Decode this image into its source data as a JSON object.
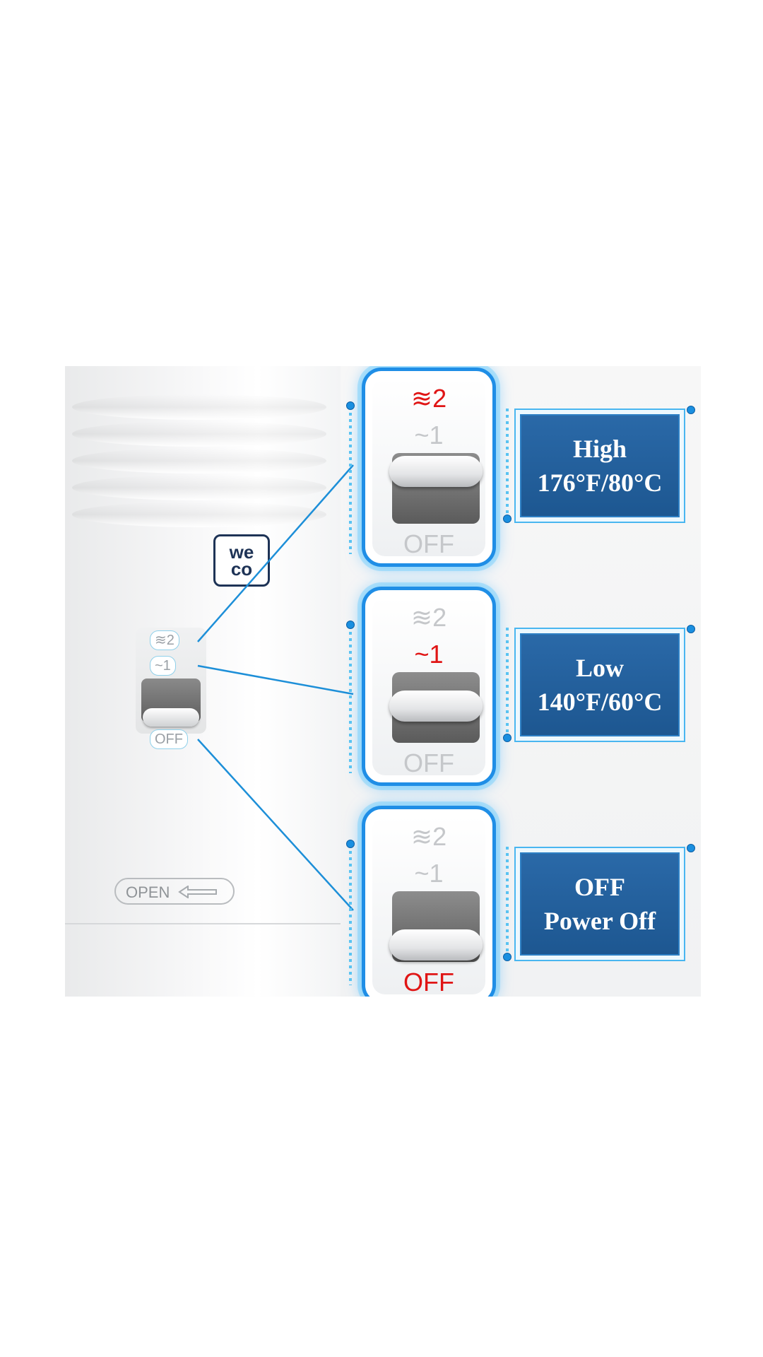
{
  "device": {
    "logo_line1": "we",
    "logo_line2": "co",
    "switch_labels": [
      "≋2",
      "~1",
      "OFF"
    ],
    "open_label": "OPEN",
    "open_icon": "arrow-left-icon"
  },
  "cards": [
    {
      "high": "≋2",
      "low": "~1",
      "off": "OFF",
      "active": "high",
      "title": "High",
      "detail": "176°F/80°C"
    },
    {
      "high": "≋2",
      "low": "~1",
      "off": "OFF",
      "active": "low",
      "title": "Low",
      "detail": "140°F/60°C"
    },
    {
      "high": "≋2",
      "low": "~1",
      "off": "OFF",
      "active": "off",
      "title": "OFF",
      "detail": "Power Off"
    }
  ],
  "colors": {
    "active_label": "#e01515",
    "inactive_label": "#c5c7ca",
    "info_box": "#1f5d99",
    "glow": "#1f8ee6"
  }
}
